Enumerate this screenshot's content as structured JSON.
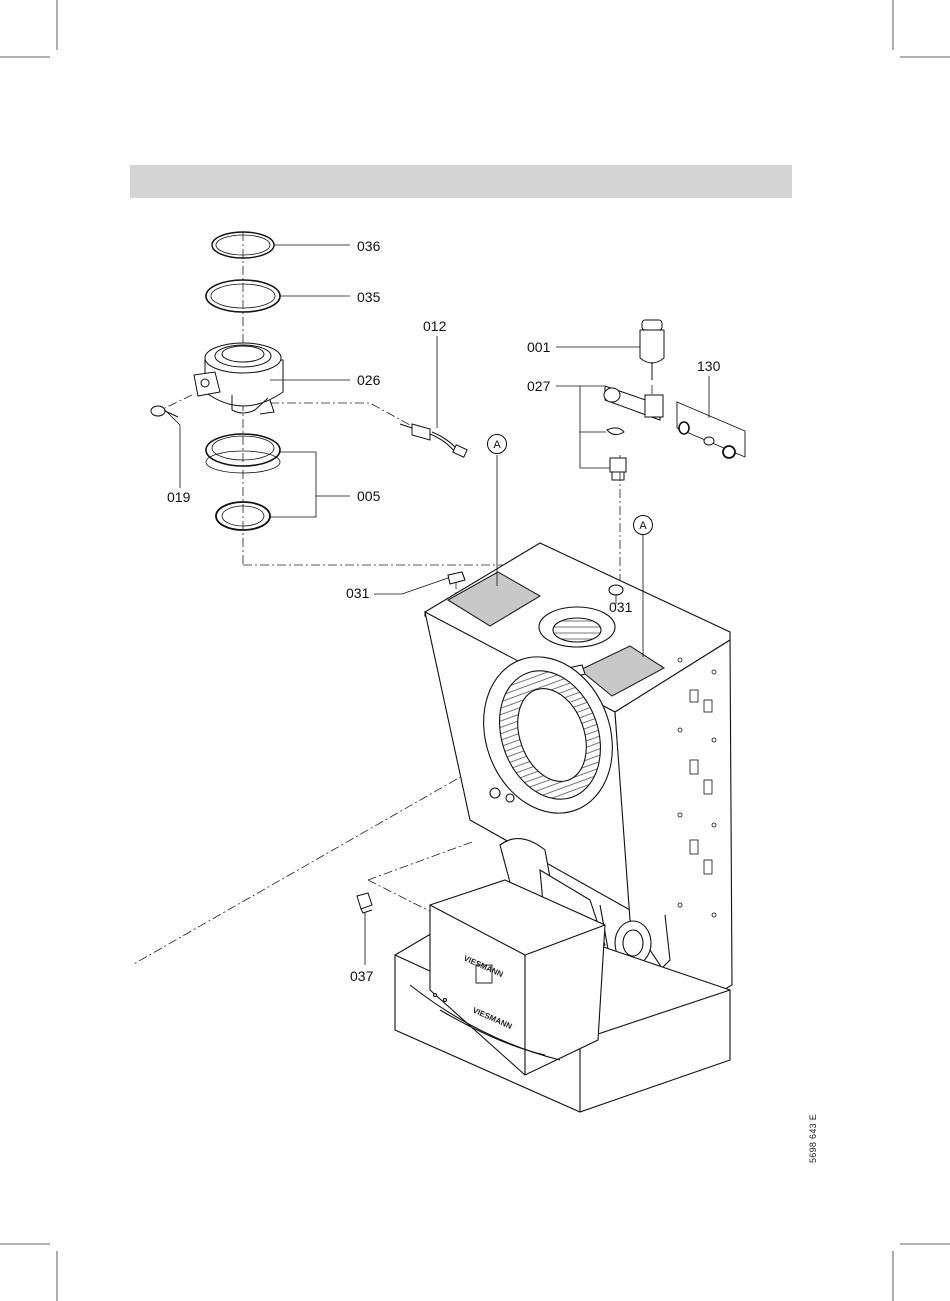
{
  "labels": {
    "p001": "001",
    "p005": "005",
    "p012": "012",
    "p019": "019",
    "p026": "026",
    "p027": "027",
    "p031a": "031",
    "p031b": "031",
    "p035": "035",
    "p036": "036",
    "p037": "037",
    "p130": "130",
    "markerA1": "A",
    "markerA2": "A",
    "brand_housing": "VIESMANN",
    "brand_front": "VIESMANN"
  },
  "document_number": "5698 643 E"
}
